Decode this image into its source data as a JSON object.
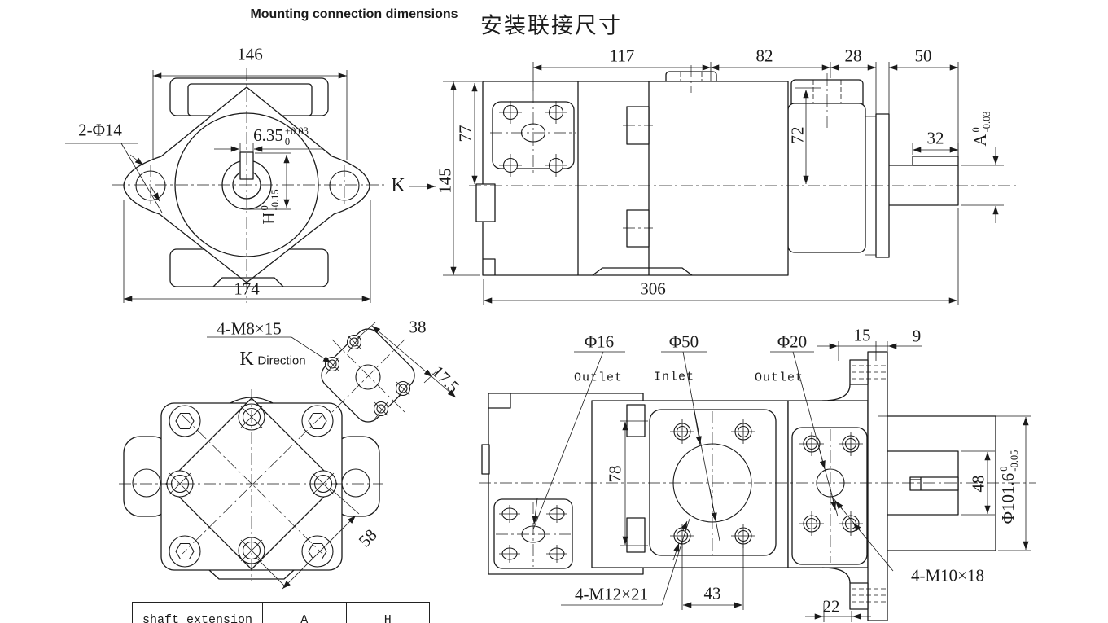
{
  "title": {
    "en": "Mounting connection dimensions",
    "zh": "安装联接尺寸"
  },
  "front_view": {
    "dim_width_top": "146",
    "hole_callout": "2-Φ14",
    "keyway_width": "6.35",
    "keyway_tol_upper": "+0.03",
    "keyway_tol_lower": "0",
    "shaft_height_letter": "H",
    "shaft_height_tol_upper": "0",
    "shaft_height_tol_lower": "-0.15",
    "dim_width_bottom": "174",
    "view_arrow": "K"
  },
  "side_view": {
    "dim_117": "117",
    "dim_82": "82",
    "dim_28": "28",
    "dim_50": "50",
    "dim_77": "77",
    "dim_145": "145",
    "dim_72": "72",
    "dim_32": "32",
    "shaft_dia_letter": "A",
    "shaft_dia_tol_upper": "0",
    "shaft_dia_tol_lower": "-0.03",
    "dim_306": "306"
  },
  "k_view": {
    "thread_callout": "4-M8×15",
    "k_label": "K",
    "direction_label": "Direction",
    "dim_38": "38",
    "dim_17_5": "17.5",
    "dim_58": "58"
  },
  "port_view": {
    "outlet_left_dia": "Φ16",
    "outlet_left": "Outlet",
    "inlet_dia": "Φ50",
    "inlet": "Inlet",
    "outlet_right_dia": "Φ20",
    "outlet_right": "Outlet",
    "dim_15": "15",
    "dim_9": "9",
    "dim_78": "78",
    "dim_48": "48",
    "spigot_dia": "Φ101.6",
    "spigot_tol_upper": "0",
    "spigot_tol_lower": "-0.05",
    "thread_callout_mid": "4-M12×21",
    "dim_43": "43",
    "dim_22": "22",
    "thread_callout_right": "4-M10×18"
  },
  "table": {
    "col_shaft": "shaft extension",
    "col_a": "A",
    "col_h": "H"
  }
}
